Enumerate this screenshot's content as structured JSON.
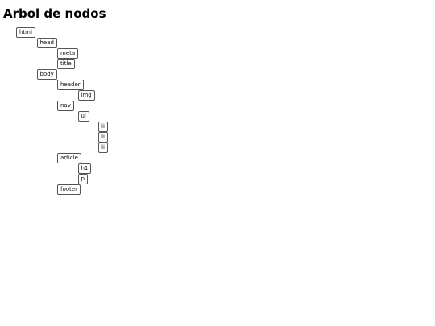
{
  "title": "Arbol de nodos",
  "tree": [
    {
      "label": "html",
      "depth": 0
    },
    {
      "label": "head",
      "depth": 1
    },
    {
      "label": "meta",
      "depth": 2
    },
    {
      "label": "title",
      "depth": 2
    },
    {
      "label": "body",
      "depth": 1
    },
    {
      "label": "header",
      "depth": 2
    },
    {
      "label": "img",
      "depth": 3
    },
    {
      "label": "nav",
      "depth": 2
    },
    {
      "label": "ul",
      "depth": 3
    },
    {
      "label": "li",
      "depth": 4
    },
    {
      "label": "li",
      "depth": 4
    },
    {
      "label": "li",
      "depth": 4
    },
    {
      "label": "article",
      "depth": 2
    },
    {
      "label": "h1",
      "depth": 3
    },
    {
      "label": "p",
      "depth": 3
    },
    {
      "label": "footer",
      "depth": 2
    }
  ]
}
